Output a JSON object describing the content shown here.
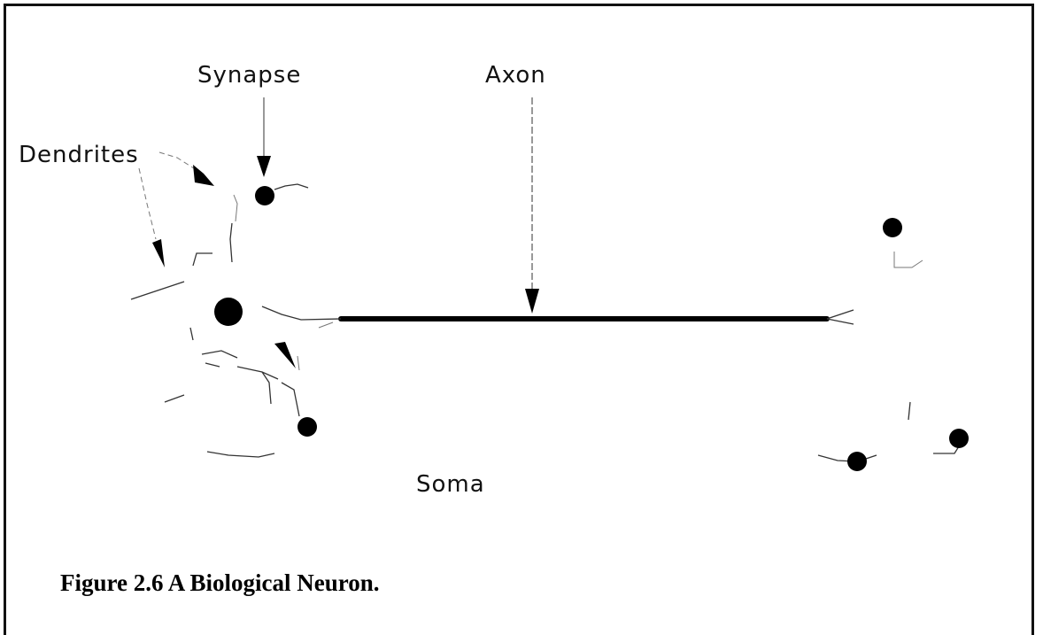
{
  "diagram": {
    "labels": {
      "synapse": "Synapse",
      "axon": "Axon",
      "dendrites": "Dendrites",
      "soma": "Soma"
    }
  },
  "caption": "Figure 2.6 A Biological Neuron."
}
